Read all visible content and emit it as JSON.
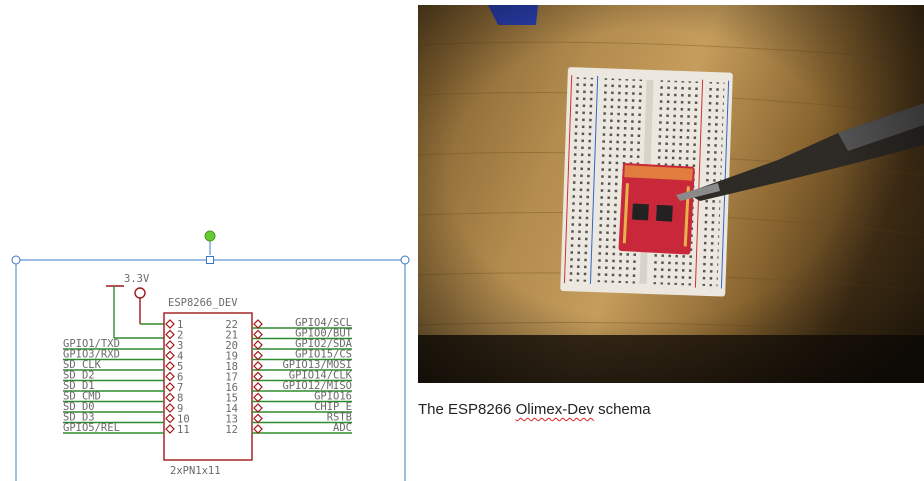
{
  "schematic": {
    "supply_label": "3.3V",
    "part_name": "ESP8266_DEV",
    "part_value": "2xPN1x11",
    "left_pins": [
      {
        "num": "1",
        "label": ""
      },
      {
        "num": "2",
        "label": ""
      },
      {
        "num": "3",
        "label": "GPIO1/TXD"
      },
      {
        "num": "4",
        "label": "GPIO3/RXD"
      },
      {
        "num": "5",
        "label": "SD_CLK"
      },
      {
        "num": "6",
        "label": "SD_D2"
      },
      {
        "num": "7",
        "label": "SD_D1"
      },
      {
        "num": "8",
        "label": "SD_CMD"
      },
      {
        "num": "9",
        "label": "SD_D0"
      },
      {
        "num": "10",
        "label": "SD_D3"
      },
      {
        "num": "11",
        "label": "GPIO5/REL"
      }
    ],
    "right_pins": [
      {
        "num": "22",
        "label": "GPIO4/SCL"
      },
      {
        "num": "21",
        "label": "GPIO0/BUT"
      },
      {
        "num": "20",
        "label": "GPIO2/SDA"
      },
      {
        "num": "19",
        "label": "GPIO15/CS"
      },
      {
        "num": "18",
        "label": "GPIO13/MOSI"
      },
      {
        "num": "17",
        "label": "GPIO14/CLK"
      },
      {
        "num": "16",
        "label": "GPIO12/MISO"
      },
      {
        "num": "15",
        "label": "GPIO16"
      },
      {
        "num": "14",
        "label": "CHIP_E"
      },
      {
        "num": "13",
        "label": "RSTB"
      },
      {
        "num": "12",
        "label": "ADC"
      }
    ]
  },
  "caption": {
    "before": "The ESP8266 ",
    "flagged_word": "Olimex-Dev",
    "after": " schema"
  },
  "colors": {
    "wire": "#2e8b2e",
    "pin": "#a01818",
    "selection": "#3b78c4",
    "rotate_handle": "#66cc33",
    "text": "#6a6a6a"
  }
}
